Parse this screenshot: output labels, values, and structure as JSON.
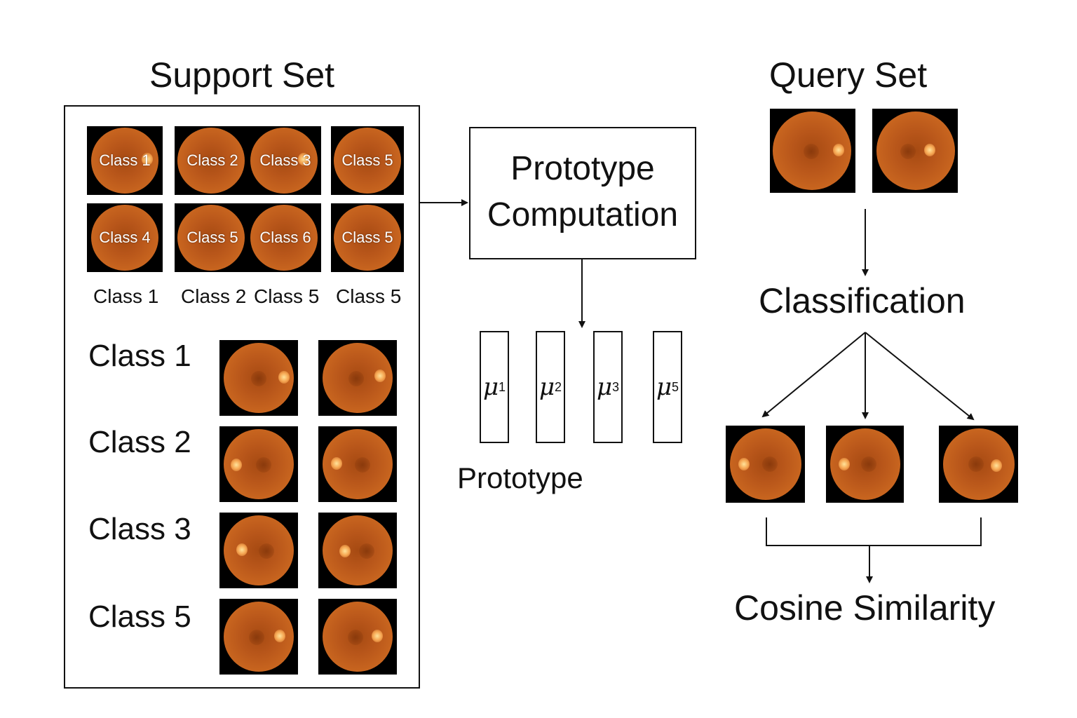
{
  "support_set": {
    "title": "Support Set",
    "tile_labels": [
      "Class 1",
      "Class 2",
      "Class 3",
      "Class 5",
      "Class 4",
      "Class 5",
      "Class 6",
      "Class 5"
    ],
    "column_labels": [
      "Class 1",
      "Class 2",
      "Class 5",
      "Class 5"
    ],
    "row_labels": [
      "Class 1",
      "Class 2",
      "Class 3",
      "Class 5"
    ]
  },
  "prototype_computation": {
    "line1": "Prototype",
    "line2": "Computation"
  },
  "prototypes": {
    "symbols": [
      {
        "symbol": "μ",
        "sub": "1"
      },
      {
        "symbol": "μ",
        "sub": "2"
      },
      {
        "symbol": "μ",
        "sub": "3"
      },
      {
        "symbol": "μ",
        "sub": "5"
      }
    ],
    "label": "Prototype"
  },
  "query_set": {
    "title": "Query Set"
  },
  "classification": {
    "label": "Classification"
  },
  "cosine_similarity": {
    "label": "Cosine Similarity"
  },
  "colors": {
    "fundus": "#c8651f",
    "line": "#111111"
  }
}
